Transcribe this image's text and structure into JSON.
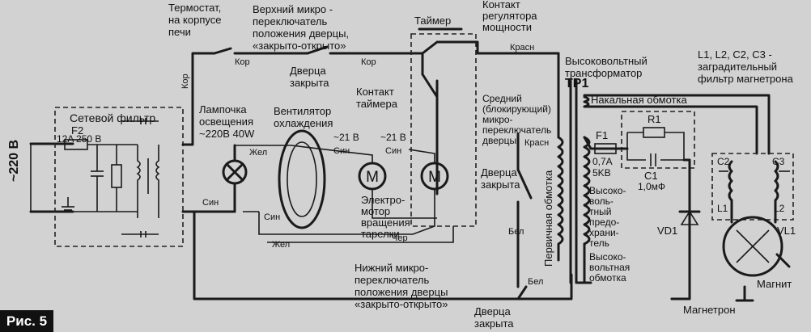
{
  "figure_label": "Рис. 5",
  "labels": {
    "mains_voltage": "~220 В",
    "mains_filter": "Сетевой фильтр",
    "fuse_f2": "F2",
    "fuse_f2_rating": "12A 250 В",
    "thermostat": "Термостат,\nна корпусе\nпечи",
    "upper_switch": "Верхний микро -\nпереключатель\nположения дверцы,\n«закрыто-открыто»",
    "timer": "Таймер",
    "power_contact": "Контакт\nрегулятора\nмощности",
    "door_closed_top": "Дверца\nзакрыта",
    "timer_contact": "Контакт\nтаймера",
    "lamp": "Лампочка\nосвещения\n~220В 40W",
    "fan": "Вентилятор\nохлаждения",
    "v21_a": "~21 В",
    "v21_b": "~21 В",
    "tray_motor": "Электро-\nмотор\nвращения\nтарелки",
    "middle_switch": "Средний\n(блокирующий)\nмикро-\nпереключатель\nдверцы",
    "door_closed_mid": "Дверца\nзакрыта",
    "primary_winding": "Первичная обмотка",
    "hv_transformer": "Высоковольтный\nтрансформатор",
    "tp1": "ТР1",
    "filament_winding": "Накальная обмотка",
    "r1": "R1",
    "c1": "C1",
    "c1_value": "1,0мФ",
    "f1": "F1",
    "f1_rating": "0,7A\n5KB",
    "hv_fuse": "Высоко-\nволь-\nтный\nпредо-\nхрани-\nтель",
    "hv_winding": "Высоко-\nвольтная\nобмотка",
    "vd1": "VD1",
    "filter_label": "L1, L2,  C2, C3 -\nзаградительный\nфильтр магнетрона",
    "c2": "C2",
    "c3": "C3",
    "l1": "L1",
    "l2": "L2",
    "vl1": "VL1",
    "magnet": "Магнит",
    "magnetron": "Магнетрон",
    "lower_switch": "Нижний микро-\nпереключатель\nположения дверцы\n«закрыто-открыто»",
    "door_closed_bottom": "Дверца\nзакрыта",
    "wire_kor1": "Кор",
    "wire_kor2": "Кор",
    "wire_kor3": "Кор",
    "wire_krasn1": "Красн",
    "wire_krasn2": "Красн",
    "wire_zhel1": "Жел",
    "wire_zhel2": "Жел",
    "wire_sin1": "Син",
    "wire_sin2": "Син",
    "wire_sin3": "Син",
    "wire_sin4": "Син",
    "wire_cher": "Чер",
    "wire_bel1": "Бел",
    "wire_bel2": "Бел"
  }
}
